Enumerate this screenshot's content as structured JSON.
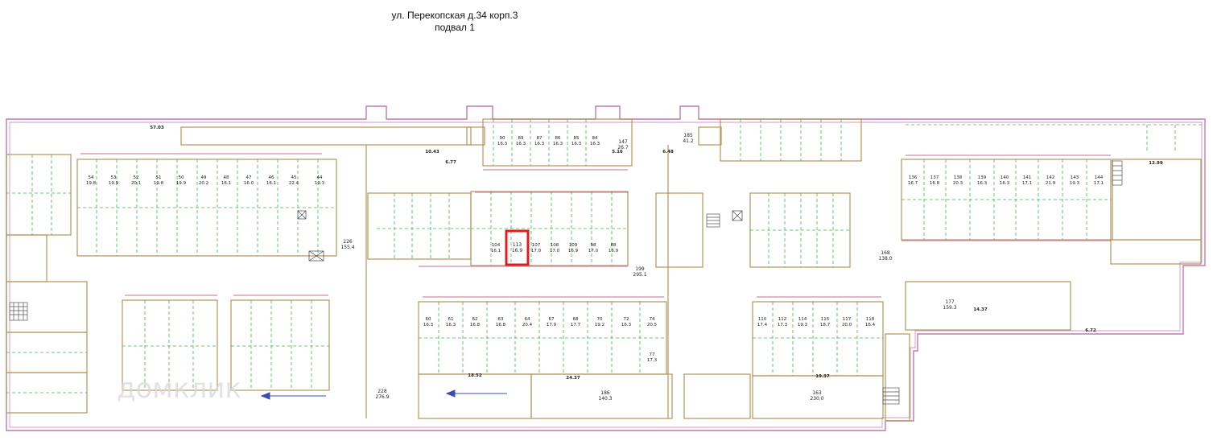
{
  "title": {
    "line1": "ул. Перекопская д.34 корп.3",
    "line2": "подвал 1"
  },
  "watermark": "домклик",
  "colors": {
    "outer_wall": "#c07ab0",
    "walls": "#b5955a",
    "dashed_green": "#3fb84e",
    "label_red": "#b03060",
    "highlight": "#e01b1b",
    "text": "#222222"
  },
  "dimensions": [
    "57.03",
    "10.43",
    "6.77",
    "5.16",
    "6.48",
    "12.99",
    "18.52",
    "24.37",
    "19.37",
    "6.72",
    "14.37"
  ],
  "areas": [
    {
      "id": "228",
      "area": "276.9"
    },
    {
      "id": "186",
      "area": "140.3"
    },
    {
      "id": "163",
      "area": "230.0"
    },
    {
      "id": "199",
      "area": "295.1"
    },
    {
      "id": "168",
      "area": "138.0"
    },
    {
      "id": "226",
      "area": "155.4"
    },
    {
      "id": "177",
      "area": "159.3"
    },
    {
      "id": "185",
      "area": "41.2"
    },
    {
      "id": "147",
      "area": "26.7"
    }
  ],
  "highlight_room": {
    "id": "113",
    "area": "16.9"
  },
  "row_upper": [
    {
      "id": "104",
      "area": "16.1"
    },
    {
      "id": "113",
      "area": "16.9"
    },
    {
      "id": "107",
      "area": "17.0"
    },
    {
      "id": "108",
      "area": "17.0"
    },
    {
      "id": "109",
      "area": "16.9"
    },
    {
      "id": "98",
      "area": "17.0"
    },
    {
      "id": "88",
      "area": "16.9"
    }
  ],
  "row_top_small": [
    {
      "id": "90",
      "area": "16.3"
    },
    {
      "id": "89",
      "area": "16.3"
    },
    {
      "id": "87",
      "area": "16.3"
    },
    {
      "id": "86",
      "area": "16.3"
    },
    {
      "id": "85",
      "area": "16.3"
    },
    {
      "id": "84",
      "area": "16.3"
    }
  ],
  "row_west": [
    {
      "id": "54",
      "area": "19.8"
    },
    {
      "id": "53",
      "area": "19.9"
    },
    {
      "id": "52",
      "area": "20.1"
    },
    {
      "id": "51",
      "area": "19.8"
    },
    {
      "id": "50",
      "area": "19.9"
    },
    {
      "id": "49",
      "area": "20.2"
    },
    {
      "id": "48",
      "area": "16.1"
    },
    {
      "id": "47",
      "area": "16.0"
    },
    {
      "id": "46",
      "area": "16.1"
    },
    {
      "id": "45",
      "area": "22.4"
    },
    {
      "id": "44",
      "area": "19.3"
    }
  ],
  "row_east": [
    {
      "id": "136",
      "area": "16.7"
    },
    {
      "id": "137",
      "area": "16.8"
    },
    {
      "id": "138",
      "area": "20.3"
    },
    {
      "id": "139",
      "area": "16.3"
    },
    {
      "id": "140",
      "area": "16.3"
    },
    {
      "id": "141",
      "area": "17.1"
    },
    {
      "id": "142",
      "area": "21.9"
    },
    {
      "id": "143",
      "area": "19.3"
    },
    {
      "id": "144",
      "area": "17.1"
    }
  ],
  "row_south_center": [
    {
      "id": "60",
      "area": "16.3"
    },
    {
      "id": "61",
      "area": "16.3"
    },
    {
      "id": "62",
      "area": "16.8"
    },
    {
      "id": "63",
      "area": "16.8"
    },
    {
      "id": "64",
      "area": "20.4"
    },
    {
      "id": "67",
      "area": "17.9"
    },
    {
      "id": "68",
      "area": "17.7"
    },
    {
      "id": "70",
      "area": "19.2"
    },
    {
      "id": "72",
      "area": "16.3"
    },
    {
      "id": "74",
      "area": "20.5"
    },
    {
      "id": "77",
      "area": "17.3"
    }
  ],
  "row_south_east": [
    {
      "id": "110",
      "area": "17.4"
    },
    {
      "id": "112",
      "area": "17.3"
    },
    {
      "id": "114",
      "area": "19.3"
    },
    {
      "id": "115",
      "area": "18.7"
    },
    {
      "id": "117",
      "area": "20.0"
    },
    {
      "id": "118",
      "area": "16.4"
    }
  ]
}
